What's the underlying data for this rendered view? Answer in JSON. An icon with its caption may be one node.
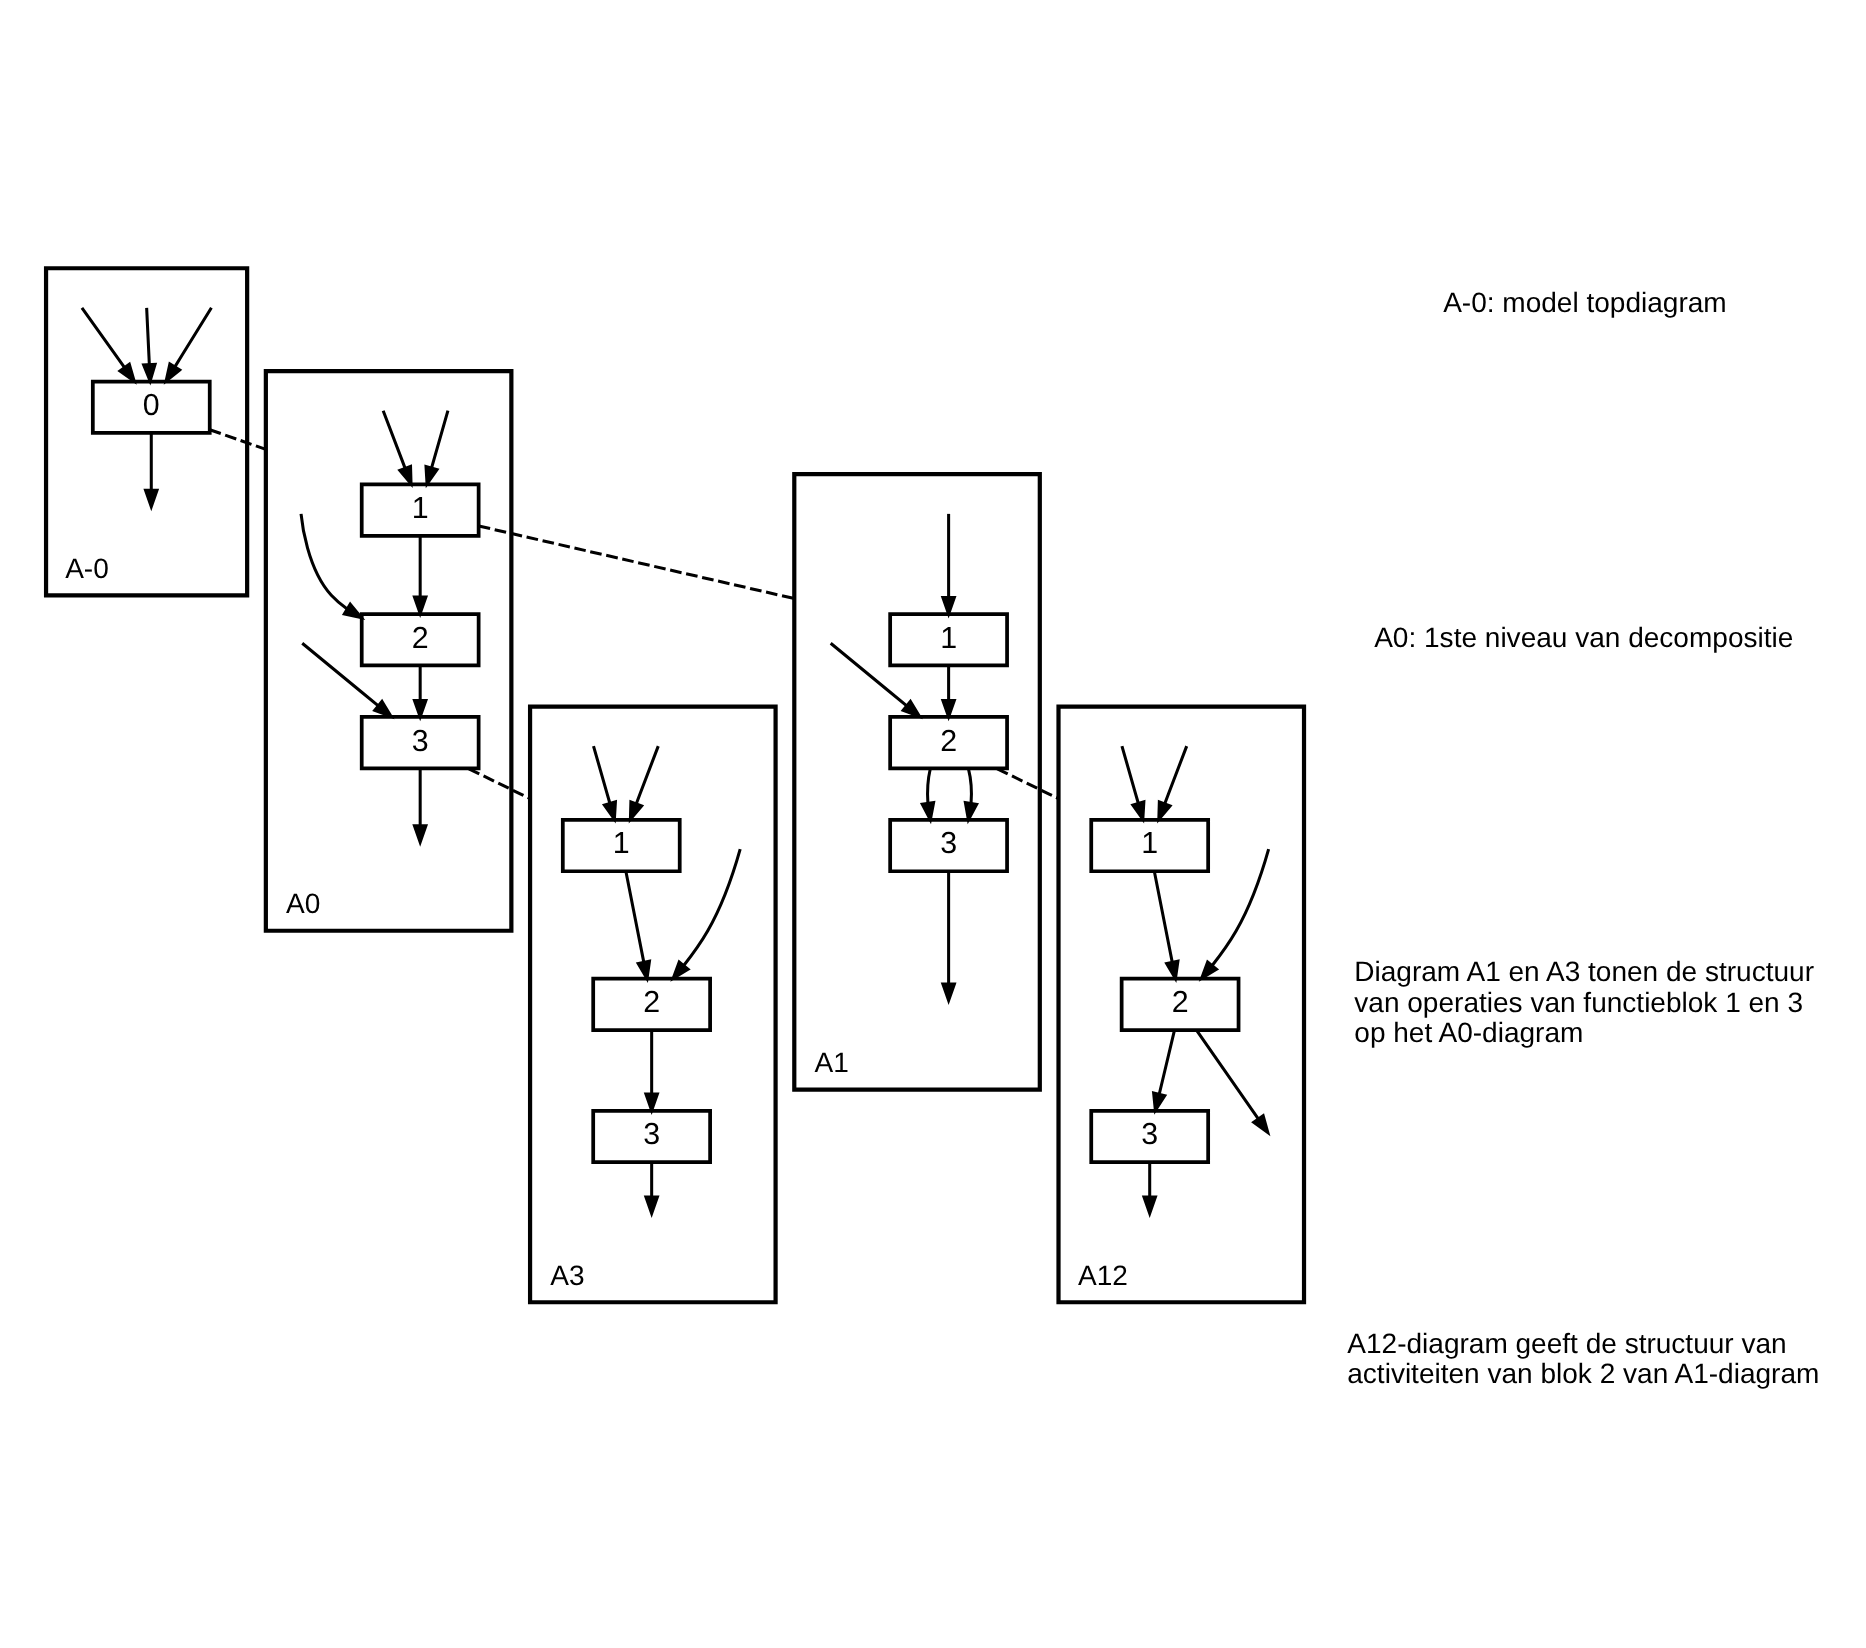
{
  "diagram": {
    "nodes": [
      {
        "text": [
          "A-0"
        ]
      },
      {
        "text": [
          "0"
        ],
        "in": 0
      },
      {
        "text": [
          "A0"
        ]
      },
      {
        "text": [
          "1"
        ],
        "in": 2
      },
      {
        "text": [
          "2"
        ],
        "in": 2
      },
      {
        "text": [
          "3"
        ],
        "in": 2
      },
      {
        "text": [
          "A1"
        ]
      },
      {
        "text": [
          "1"
        ],
        "in": 6
      },
      {
        "text": [
          "2"
        ],
        "in": 6
      },
      {
        "text": [
          "3"
        ],
        "in": 6
      },
      {
        "text": [
          "A3"
        ]
      },
      {
        "text": [
          "1"
        ],
        "in": 10
      },
      {
        "text": [
          "2"
        ],
        "in": 10
      },
      {
        "text": [
          "3"
        ],
        "in": 10
      },
      {
        "text": [
          "A12"
        ]
      },
      {
        "text": [
          "1"
        ],
        "in": 14
      },
      {
        "text": [
          "2"
        ],
        "in": 14
      },
      {
        "text": [
          "3"
        ],
        "in": 14
      }
    ],
    "edges": [
      {
        "from": null,
        "to": 1,
        "arrow": "to"
      },
      {
        "from": null,
        "to": 1,
        "arrow": "to"
      },
      {
        "from": null,
        "to": 1,
        "arrow": "to"
      },
      {
        "from": 1,
        "to": null,
        "arrow": "to"
      },
      {
        "from": 1,
        "to": 2,
        "arrow": "none",
        "style": "dashed"
      },
      {
        "from": null,
        "to": 3,
        "arrow": "to"
      },
      {
        "from": null,
        "to": 3,
        "arrow": "to"
      },
      {
        "from": 3,
        "to": 4,
        "arrow": "to"
      },
      {
        "from": null,
        "to": 4,
        "arrow": "to"
      },
      {
        "from": null,
        "to": 5,
        "arrow": "to"
      },
      {
        "from": 4,
        "to": 5,
        "arrow": "to"
      },
      {
        "from": 5,
        "to": null,
        "arrow": "to"
      },
      {
        "from": 3,
        "to": 6,
        "arrow": "none",
        "style": "dashed"
      },
      {
        "from": 5,
        "to": 10,
        "arrow": "none",
        "style": "dashed"
      },
      {
        "from": null,
        "to": 7,
        "arrow": "to"
      },
      {
        "from": 7,
        "to": 8,
        "arrow": "to"
      },
      {
        "from": null,
        "to": 8,
        "arrow": "to"
      },
      {
        "from": 8,
        "to": 9,
        "arrow": "to"
      },
      {
        "from": 8,
        "to": 9,
        "arrow": "to"
      },
      {
        "from": 9,
        "to": null,
        "arrow": "to"
      },
      {
        "from": 8,
        "to": 14,
        "arrow": "none",
        "style": "dashed"
      },
      {
        "from": null,
        "to": 11,
        "arrow": "to"
      },
      {
        "from": null,
        "to": 12,
        "arrow": "to"
      },
      {
        "from": null,
        "to": 11,
        "arrow": "to"
      },
      {
        "from": 11,
        "to": 12,
        "arrow": "to"
      },
      {
        "from": 12,
        "to": 13,
        "arrow": "to"
      },
      {
        "from": 13,
        "to": null,
        "arrow": "to"
      },
      {
        "from": null,
        "to": 15,
        "arrow": "to"
      },
      {
        "from": null,
        "to": 16,
        "arrow": "to"
      },
      {
        "from": null,
        "to": 15,
        "arrow": "to"
      },
      {
        "from": 15,
        "to": 16,
        "arrow": "to"
      },
      {
        "from": 16,
        "to": null,
        "arrow": "to"
      },
      {
        "from": 16,
        "to": 17,
        "arrow": "to"
      },
      {
        "from": 17,
        "to": null,
        "arrow": "to"
      }
    ],
    "labels": [
      "A-0: model topdiagram",
      "A0: 1ste niveau van decompositie",
      "Diagram A1 en A3 tonen de structuur van operaties van functieblok 1 en 3 op het A0-diagram",
      "A12-diagram geeft de structuur van activiteiten van blok 2 van A1-diagram"
    ]
  }
}
